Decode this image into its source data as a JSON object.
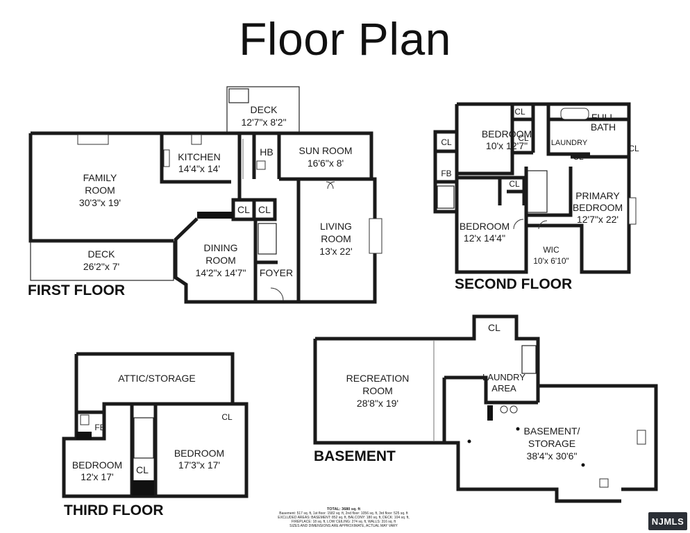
{
  "title": "Floor Plan",
  "floors": {
    "first": "FIRST FLOOR",
    "second": "SECOND FLOOR",
    "third": "THIRD FLOOR",
    "basement": "BASEMENT"
  },
  "rooms": {
    "deck_top": [
      "DECK",
      "12'7\"x 8'2\""
    ],
    "kitchen": [
      "KITCHEN",
      "14'4\"x 14'"
    ],
    "hb": [
      "HB"
    ],
    "sun_room": [
      "SUN ROOM",
      "16'6\"x 8'"
    ],
    "family_room": [
      "FAMILY",
      "ROOM",
      "30'3\"x 19'"
    ],
    "cl1": [
      "CL"
    ],
    "cl2": [
      "CL"
    ],
    "deck_left": [
      "DECK",
      "26'2\"x 7'"
    ],
    "dining": [
      "DINING",
      "ROOM",
      "14'2\"x 14'7\""
    ],
    "foyer": [
      "FOYER"
    ],
    "living": [
      "LIVING",
      "ROOM",
      "13'x 22'"
    ],
    "bedroom_2a": [
      "BEDROOM",
      "10'x 12'7\""
    ],
    "full_bath": [
      "FULL",
      "BATH"
    ],
    "laundry_2": [
      "LAUNDRY"
    ],
    "cl_2a": [
      "CL"
    ],
    "cl_2b": [
      "CL"
    ],
    "cl_2c": [
      "CL"
    ],
    "cl_2d": [
      "CL"
    ],
    "cl_2e": [
      "CL"
    ],
    "cl_2f": [
      "CL"
    ],
    "fb_2": [
      "FB"
    ],
    "primary": [
      "PRIMARY",
      "BEDROOM",
      "12'7\"x 22'"
    ],
    "bedroom_2b": [
      "BEDROOM",
      "12'x 14'4\""
    ],
    "wic": [
      "WIC",
      "10'x 6'10\""
    ],
    "attic": [
      "ATTIC/STORAGE"
    ],
    "cl_3a": [
      "CL"
    ],
    "fb_3": [
      "FB"
    ],
    "bedroom_3a": [
      "BEDROOM",
      "17'3\"x 17'"
    ],
    "bedroom_3b": [
      "BEDROOM",
      "12'x 17'"
    ],
    "cl_3b": [
      "CL"
    ],
    "cl_b": [
      "CL"
    ],
    "recreation": [
      "RECREATION",
      "ROOM",
      "28'8\"x 19'"
    ],
    "laundry_b": [
      "LAUNDRY",
      "AREA"
    ],
    "storage": [
      "BASEMENT/",
      "STORAGE",
      "38'4\"x 30'6\""
    ]
  },
  "totals": {
    "heading": "TOTAL: 3680 sq. ft",
    "line1": "Basement: 517 sq. ft, 1st floor: 1582 sq. ft, 2nd floor: 1056 sq. ft, 3rd floor: 525 sq. ft",
    "line2": "EXCLUDED AREAS: BASEMENT: 852 sq. ft, BALCONY: 180 sq. ft, DECK: 104 sq. ft,",
    "line3": "FIREPLACE: 18 sq. ft, LOW CEILING: 274 sq. ft, WALLS: 316 sq. ft",
    "line4": "SIZES AND DIMENSIONS ARE APPROXIMATE, ACTUAL MAY VARY"
  },
  "logo": "NJMLS"
}
